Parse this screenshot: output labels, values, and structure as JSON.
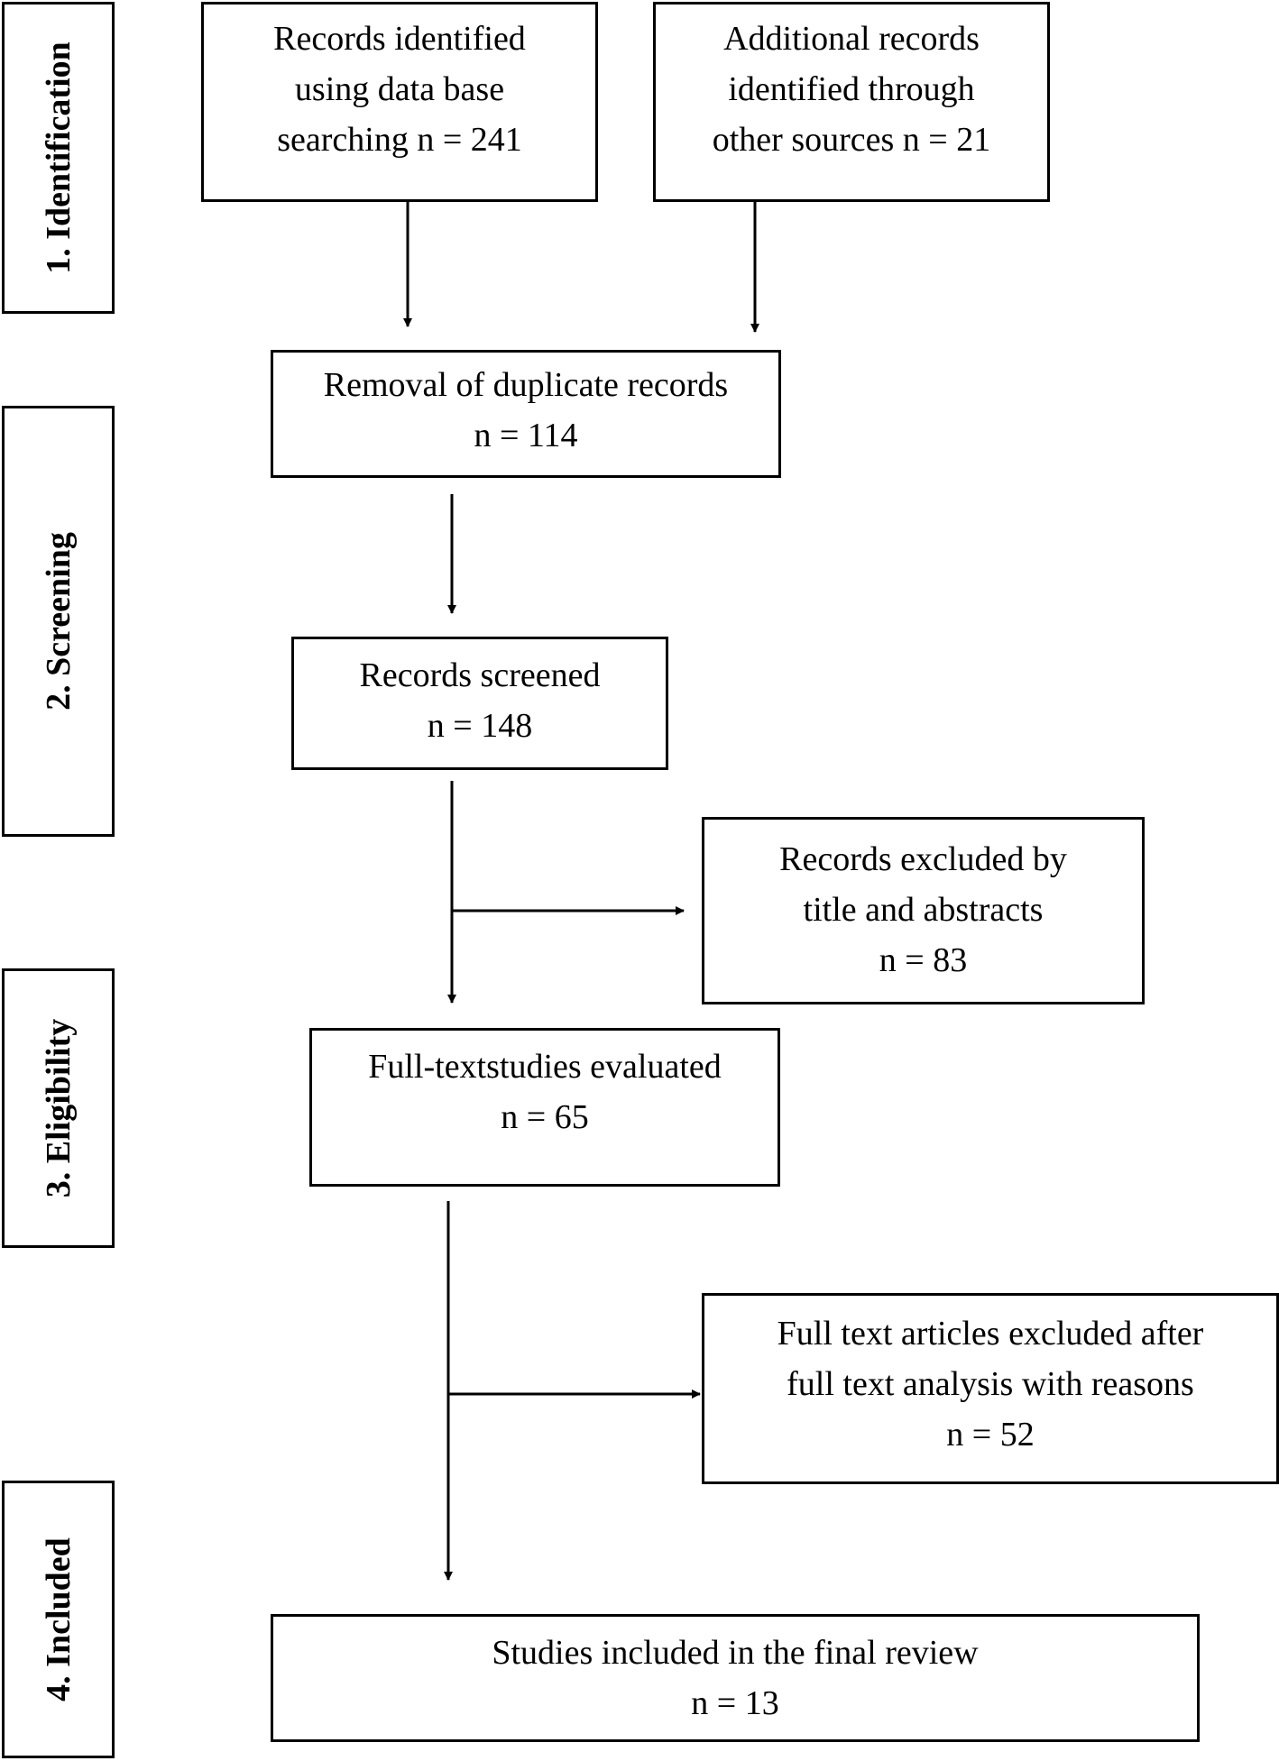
{
  "stages": [
    {
      "id": "identification",
      "label": "1. Identification"
    },
    {
      "id": "screening",
      "label": "2. Screening"
    },
    {
      "id": "eligibility",
      "label": "3. Eligibility"
    },
    {
      "id": "included",
      "label": "4. Included"
    }
  ],
  "boxes": {
    "database_records": {
      "lines": [
        "Records identified",
        "using data base",
        "searching n = 241"
      ]
    },
    "other_sources": {
      "lines": [
        "Additional records",
        "identified through",
        "other sources n = 21"
      ]
    },
    "duplicates_removed": {
      "lines": [
        "Removal of duplicate records",
        "n = 114"
      ]
    },
    "records_screened": {
      "lines": [
        "Records screened",
        "n = 148"
      ]
    },
    "excluded_title_abstract": {
      "lines": [
        "Records excluded by",
        "title and abstracts",
        "n = 83"
      ]
    },
    "fulltext_evaluated": {
      "lines": [
        "Full-textstudies evaluated",
        "n = 65"
      ]
    },
    "fulltext_excluded": {
      "lines": [
        "Full text articles excluded after",
        "full text analysis with reasons",
        "n = 52"
      ]
    },
    "studies_included": {
      "lines": [
        "Studies included in the final review",
        "n = 13"
      ]
    }
  }
}
